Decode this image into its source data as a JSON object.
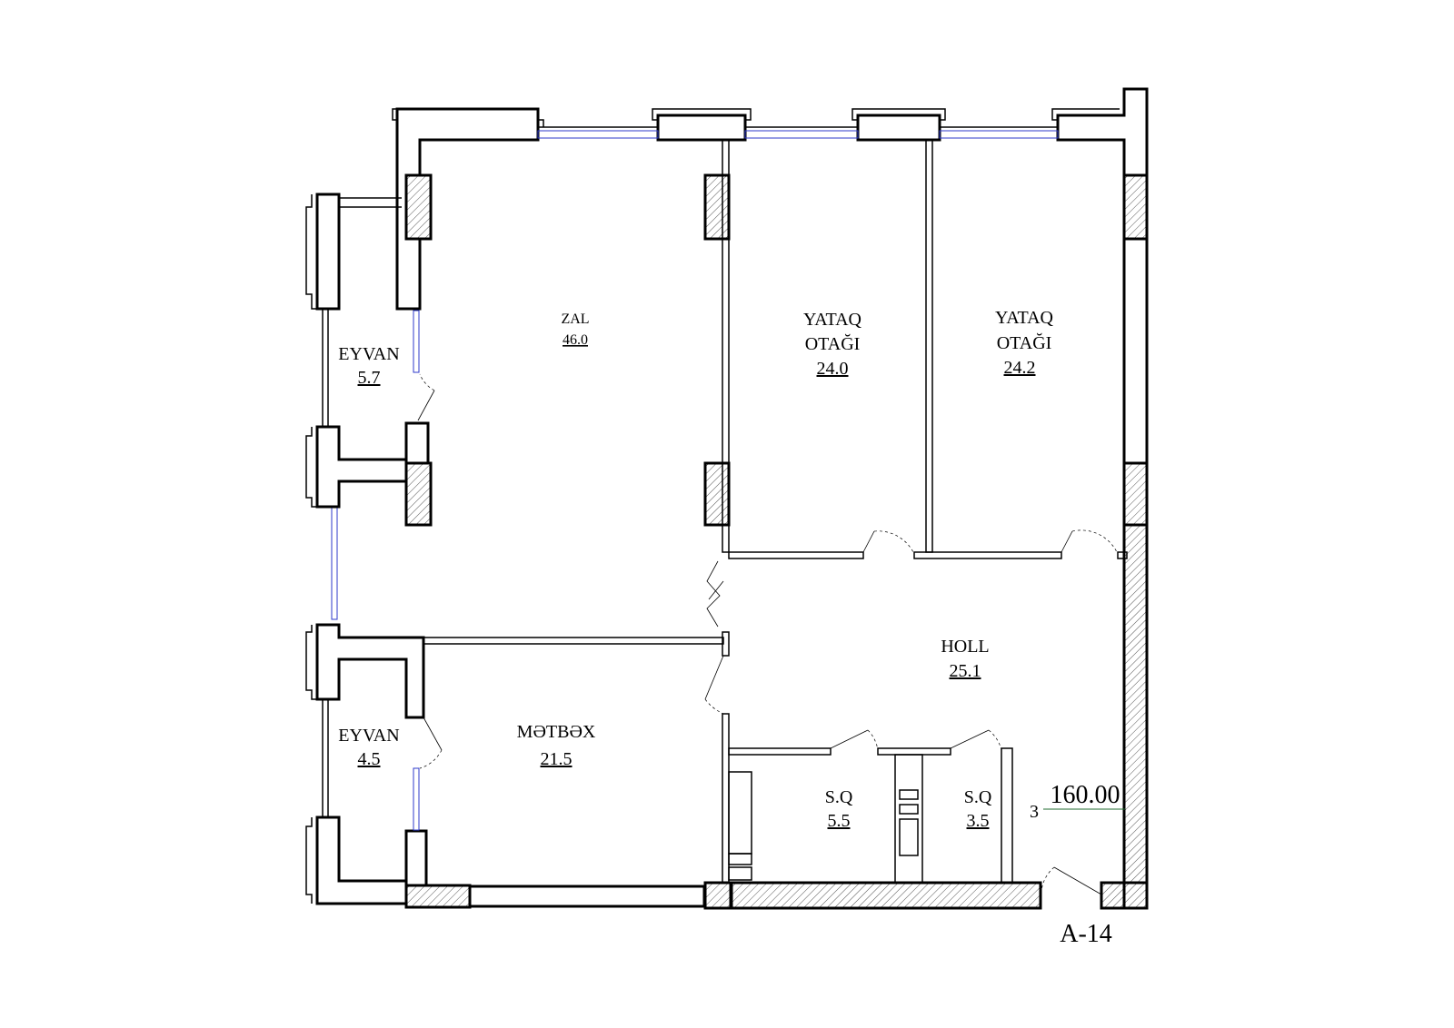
{
  "plan": {
    "rooms": [
      {
        "id": "zal",
        "name": "ZAL",
        "area": "46.0"
      },
      {
        "id": "yataq1",
        "name_line1": "YATAQ",
        "name_line2": "OTAĞI",
        "area": "24.0"
      },
      {
        "id": "yataq2",
        "name_line1": "YATAQ",
        "name_line2": "OTAĞI",
        "area": "24.2"
      },
      {
        "id": "eyvan1",
        "name": "EYVAN",
        "area": "5.7"
      },
      {
        "id": "eyvan2",
        "name": "EYVAN",
        "area": "4.5"
      },
      {
        "id": "holl",
        "name": "HOLL",
        "area": "25.1"
      },
      {
        "id": "metbex",
        "name": "MƏTBƏX",
        "area": "21.5"
      },
      {
        "id": "sq1",
        "name": "S.Q",
        "area": "5.5"
      },
      {
        "id": "sq2",
        "name": "S.Q",
        "area": "3.5"
      }
    ],
    "total_area": "160.00",
    "room_count": "3",
    "apartment_code": "A-14",
    "colors": {
      "walls": "#000000",
      "windows": "#2d3acb",
      "total_area": "#1a1aff",
      "room_count": "#1f6b2f",
      "apartment_code": "#ff1a1a"
    }
  }
}
